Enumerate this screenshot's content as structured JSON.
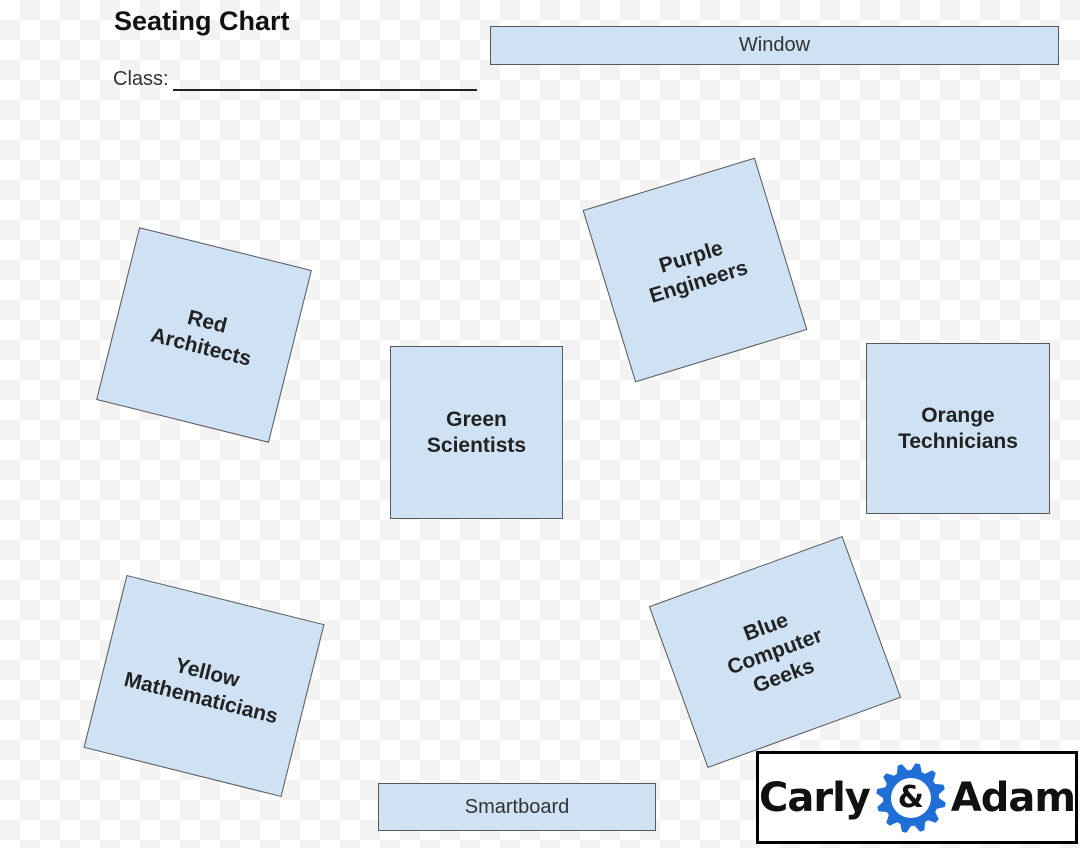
{
  "header": {
    "title": "Seating Chart",
    "class_label": "Class:"
  },
  "room": {
    "window_label": "Window",
    "smartboard_label": "Smartboard"
  },
  "tables": [
    {
      "id": "red",
      "label": "Red\nArchitects"
    },
    {
      "id": "purple",
      "label": "Purple\nEngineers"
    },
    {
      "id": "green",
      "label": "Green\nScientists"
    },
    {
      "id": "orange",
      "label": "Orange\nTechnicians"
    },
    {
      "id": "yellow",
      "label": "Yellow\nMathematicians"
    },
    {
      "id": "blue",
      "label": "Blue\nComputer\nGeeks"
    }
  ],
  "logo": {
    "left_word": "Carly",
    "ampersand": "&",
    "right_word": "Adam",
    "gear_color": "#1f6fd6",
    "gear_icon": "gear-icon"
  },
  "colors": {
    "table_fill": "#cfe2f3",
    "table_border": "#595959"
  }
}
